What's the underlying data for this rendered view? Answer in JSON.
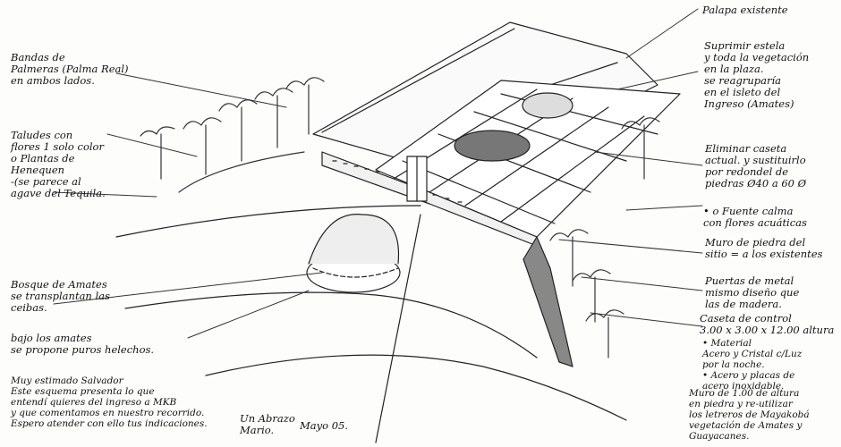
{
  "notes": {
    "palapa": "Palapa existente",
    "palmeras": "Bandas de\nPalmeras (Palma Real)\nen ambos lados.",
    "suprimir": "Suprimir estela\ny toda la vegetación\nen la plaza.\nse reagruparía\nen el isleto del\nIngreso (Amates)",
    "taludes": "Taludes con\nflores 1 solo color\no Plantas de\nHenequen\n-(se parece al\nagave del Tequila.",
    "eliminar": "Eliminar caseta\nactual. y sustituirlo\npor redondel de\npiedras Ø40 a 60 Ø",
    "fuente": "• o Fuente calma\ncon flores acuáticas",
    "muro": "Muro de piedra del\nsitio = a los existentes",
    "puertas": "Puertas de metal\nmismo diseño que\nlas de madera.",
    "bosque": "Bosque de Amates\nse transplantan las\nceibas.",
    "bajo": "bajo los amates\nse propone puros helechos.",
    "caseta": "Caseta de control\n3.00 x 3.00 x 12.00 altura",
    "material": "• Material\nAcero y Cristal c/Luz\npor la noche.\n• Acero y placas de\nacero inoxidable.",
    "estimado": "Muy estimado Salvador\nEste esquema presenta lo que\nentendí quieres del ingreso a MKB\ny que comentamos en nuestro recorrido.\nEspero atender con ello tus indicaciones.",
    "firma": "Un Abrazo\nMario.",
    "fecha": "Mayo 05.",
    "muro_final": "Muro de 1.00 de altura\nen piedra y re-utilizar\nlos letreros de Mayakobá\nvegetación de Amates y\nGuayacanes."
  }
}
